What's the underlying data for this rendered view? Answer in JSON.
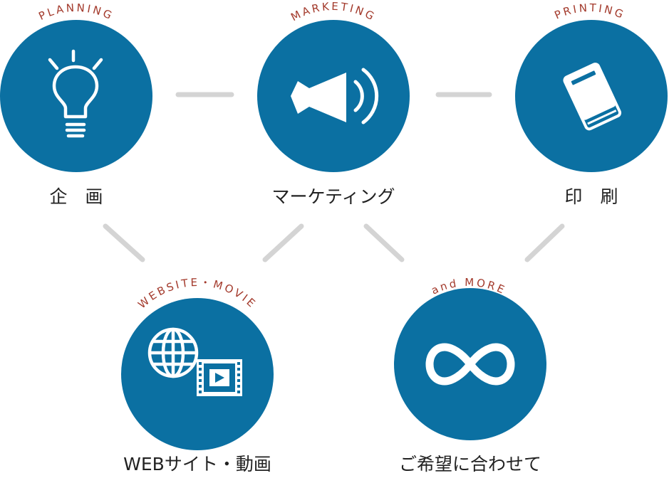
{
  "colors": {
    "circle": "#0b70a2",
    "icon": "#ffffff",
    "connector": "#d4d4d4",
    "arc_text": "#a33a2c",
    "label": "#222222",
    "background": "#ffffff"
  },
  "nodes": {
    "planning": {
      "english": "PLANNING",
      "label": "企　画",
      "icon": "lightbulb-icon"
    },
    "marketing": {
      "english": "MARKETING",
      "label": "マーケティング",
      "icon": "megaphone-icon"
    },
    "printing": {
      "english": "PRINTING",
      "label": "印　刷",
      "icon": "book-icon"
    },
    "web": {
      "english": "WEBSITE・MOVIE",
      "label": "WEBサイト・動画",
      "icon": "globe-video-icon"
    },
    "more": {
      "english": "and MORE",
      "label": "ご希望に合わせて",
      "icon": "infinity-icon"
    }
  }
}
